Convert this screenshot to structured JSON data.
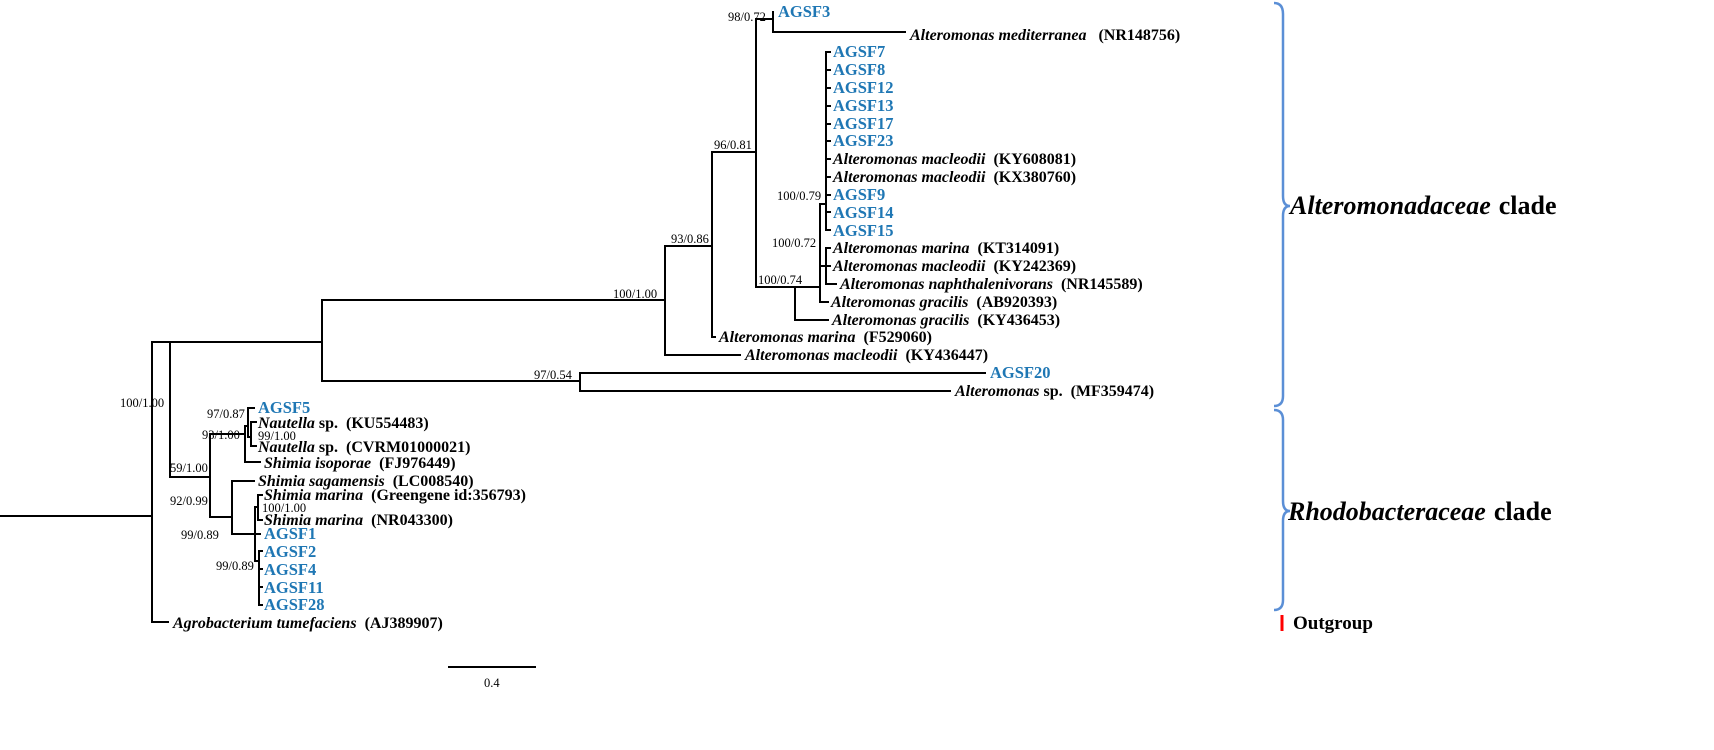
{
  "colors": {
    "isolate": "#1f77b4",
    "branch": "#000000",
    "clade_brace": "#5b8fd6",
    "outgroup_bar": "#ff0000"
  },
  "leaves": {
    "agsf3": "AGSF3",
    "alt_mediterranea": {
      "name": "Alteromonas mediterranea",
      "acc": "(NR148756)"
    },
    "agsf7": "AGSF7",
    "agsf8": "AGSF8",
    "agsf12": "AGSF12",
    "agsf13": "AGSF13",
    "agsf17": "AGSF17",
    "agsf23": "AGSF23",
    "alt_macleodii_ky608081": {
      "name": "Alteromonas macleodii",
      "acc": "(KY608081)"
    },
    "alt_macleodii_kx380760": {
      "name": "Alteromonas macleodii",
      "acc": "(KX380760)"
    },
    "agsf9": "AGSF9",
    "agsf14": "AGSF14",
    "agsf15": "AGSF15",
    "alt_marina_kt314091": {
      "name": "Alteromonas marina",
      "acc": "(KT314091)"
    },
    "alt_macleodii_ky242369": {
      "name": "Alteromonas macleodii",
      "acc": "(KY242369)"
    },
    "alt_naphthalenivorans": {
      "name": "Alteromonas naphthalenivorans",
      "acc": "(NR145589)"
    },
    "alt_gracilis_ab920393": {
      "name": "Alteromonas gracilis",
      "acc": "(AB920393)"
    },
    "alt_gracilis_ky436453": {
      "name": "Alteromonas gracilis",
      "acc": "(KY436453)"
    },
    "alt_marina_f529060": {
      "name": "Alteromonas marina",
      "acc": "(F529060)"
    },
    "alt_macleodii_ky436447": {
      "name": "Alteromonas macleodii",
      "acc": "(KY436447)"
    },
    "agsf20": "AGSF20",
    "alt_sp_mf359474": {
      "name": "Alteromonas",
      "suffix": "sp.",
      "acc": "(MF359474)"
    },
    "agsf5": "AGSF5",
    "nautella_ku554483": {
      "name": "Nautella",
      "suffix": "sp.",
      "acc": "(KU554483)"
    },
    "nautella_cvrm": {
      "name": "Nautella",
      "suffix": "sp.",
      "acc": "(CVRM01000021)"
    },
    "shimia_isoporae": {
      "name": "Shimia isoporae",
      "acc": "(FJ976449)"
    },
    "shimia_sagamensis": {
      "name": "Shimia sagamensis",
      "acc": "(LC008540)"
    },
    "shimia_marina_gg": {
      "name": "Shimia marina",
      "acc": "(Greengene id:356793)"
    },
    "shimia_marina_nr": {
      "name": "Shimia marina",
      "acc": "(NR043300)"
    },
    "agsf1": "AGSF1",
    "agsf2": "AGSF2",
    "agsf4": "AGSF4",
    "agsf11": "AGSF11",
    "agsf28": "AGSF28",
    "agrobacterium": {
      "name": "Agrobacterium tumefaciens",
      "acc": "(AJ389907)"
    }
  },
  "support_values": {
    "agsf3_node": "98/0.72",
    "alt_core": "96/0.81",
    "alt_inner": "100/0.79",
    "alt_marina_node": "100/0.72",
    "alt_gracilis_node": "100/0.74",
    "alt_upper": "93/0.86",
    "alt_clade": "100/1.00",
    "agsf20_node": "97/0.54",
    "root_node": "100/1.00",
    "agsf5_node": "97/0.87",
    "nautella_node": "99/1.00",
    "nautella_group": "93/1.00",
    "rhodo_clade": "59/1.00",
    "shimia_group": "92/0.99",
    "shimia_marina_node": "100/1.00",
    "agsf1_group": "99/0.89",
    "agsf2_group": "99/0.89"
  },
  "clades": {
    "alteromonadaceae": {
      "name": "Alteromonadaceae",
      "suffix": "clade"
    },
    "rhodobacteraceae": {
      "name": "Rhodobacteraceae",
      "suffix": "clade"
    },
    "outgroup": "Outgroup"
  },
  "scale_bar": {
    "label": "0.4"
  }
}
